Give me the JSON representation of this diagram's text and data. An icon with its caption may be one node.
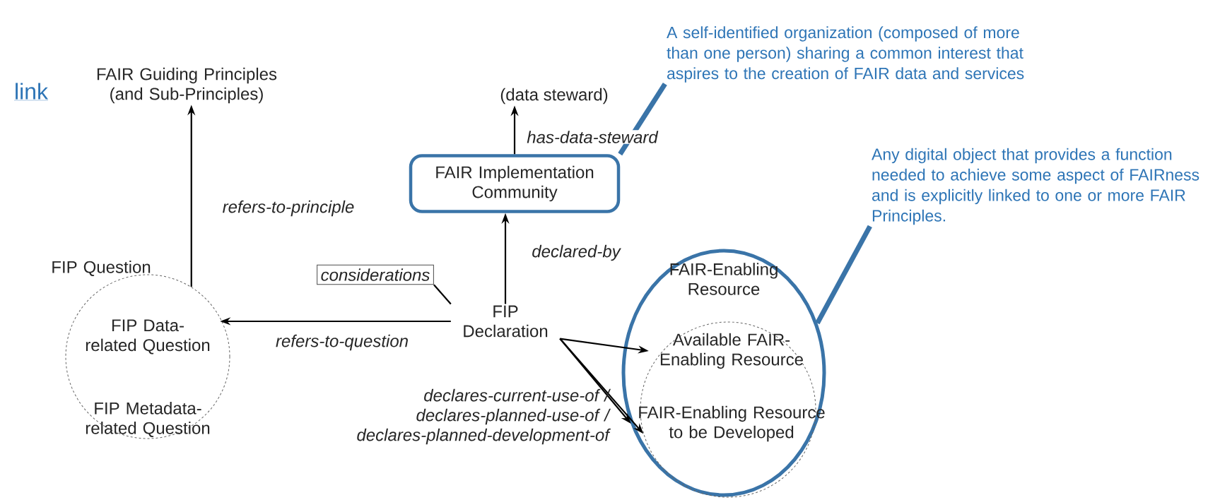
{
  "diagram": {
    "nodes": [
      {
        "text": [
          "FAIR Guiding Principles (and Sub-Principles)"
        ]
      },
      {
        "text": [
          "(data steward)"
        ]
      },
      {
        "text": [
          "FAIR Implementation Community"
        ]
      },
      {
        "text": [
          "FIP Question"
        ]
      },
      {
        "text": [
          "FIP Data-related Question"
        ],
        "in": 3
      },
      {
        "text": [
          "FIP Metadata-related Question"
        ],
        "in": 3
      },
      {
        "text": [
          "considerations"
        ]
      },
      {
        "text": [
          "FIP Declaration"
        ]
      },
      {
        "text": [
          "FAIR-Enabling Resource"
        ]
      },
      {
        "text": [],
        "shape": "circle",
        "in": 8
      },
      {
        "text": [
          "Available FAIR-Enabling Resource"
        ],
        "in": 9
      },
      {
        "text": [
          "FAIR-Enabling Resource to be Developed"
        ],
        "in": 9
      },
      {
        "text": [
          "A self-identified organization (composed of more than one person) sharing a common interest that aspires to the creation of FAIR data and services"
        ]
      },
      {
        "text": [
          "Any digital object that provides a function needed to achieve some aspect of FAIRness and is explicitly linked to one or more FAIR Principles."
        ]
      }
    ],
    "edges": [
      {
        "from": 3,
        "to": 0,
        "arrow": "to",
        "label": "refers-to-principle"
      },
      {
        "from": 2,
        "to": 1,
        "arrow": "to",
        "label": "has-data-steward"
      },
      {
        "from": 7,
        "to": 2,
        "arrow": "to",
        "label": "declared-by"
      },
      {
        "from": 7,
        "to": 4,
        "arrow": "to",
        "label": "refers-to-question"
      },
      {
        "from": 6,
        "to": 7,
        "arrow": "none"
      },
      {
        "from": 7,
        "to": 10,
        "arrow": "to"
      },
      {
        "from": 7,
        "to": 9,
        "arrow": "to",
        "label": "declares-current-use-of / declares-planned-use-of / declares-planned-development-of"
      },
      {
        "from": 7,
        "to": 11,
        "arrow": "to"
      },
      {
        "from": 12,
        "to": 2,
        "arrow": "none",
        "style": "thick",
        "color": "#3a74a8"
      },
      {
        "from": 13,
        "to": 8,
        "arrow": "none",
        "style": "thick",
        "color": "#3a74a8"
      }
    ],
    "labels": [
      "link"
    ]
  }
}
